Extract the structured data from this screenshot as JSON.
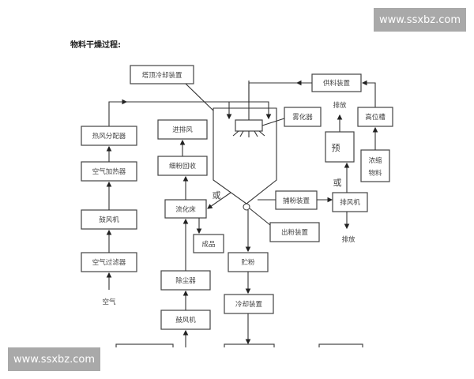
{
  "title": "物料干燥过程:",
  "watermarks": {
    "top": "www.ssxbz.com",
    "bottom": "www.ssxbz.com"
  },
  "nodes": {
    "tower_top_cooling": "塔顶冷却装置",
    "hot_air_distributor": "热风分配器",
    "air_heater": "空气加热器",
    "blower_left": "鼓风机",
    "air_filter": "空气过滤器",
    "air": "空气",
    "exhaust_in": "进排风",
    "fine_powder_recovery": "细粉回收",
    "fluidized_bed": "流化床",
    "finished_product": "成品",
    "dust_remover": "除尘器",
    "blower_middle": "鼓风机",
    "atomizer": "雾化器",
    "powder_catcher": "捕粉装置",
    "powder_outlet": "出粉装置",
    "powder_storage": "贮粉",
    "cooling_device": "冷却装置",
    "feeding_device": "供料装置",
    "high_tank": "高位槽",
    "concentrated_material_line1": "浓缩",
    "concentrated_material_line2": "物料",
    "pre": "预",
    "exhaust_fan": "排风机",
    "discharge_top": "排放",
    "discharge_bottom": "排放",
    "or_left": "或",
    "or_right": "或"
  }
}
